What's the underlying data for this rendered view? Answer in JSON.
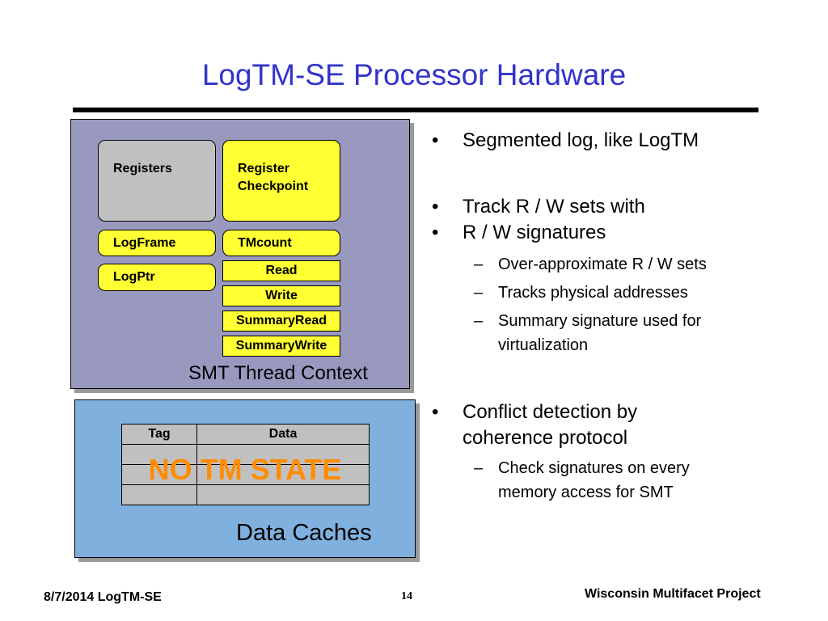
{
  "title": "LogTM-SE Processor Hardware",
  "smt_panel": {
    "label": "SMT Thread Context",
    "registers": "Registers",
    "register_checkpoint": [
      "Register",
      "Checkpoint"
    ],
    "logframe": "LogFrame",
    "tmcount": "TMcount",
    "logptr": "LogPtr",
    "signatures": [
      "Read",
      "Write",
      "SummaryRead",
      "SummaryWrite"
    ]
  },
  "cache_panel": {
    "label": "Data Caches",
    "table_headers": [
      "Tag",
      "Data"
    ],
    "overlay_text": "NO TM STATE"
  },
  "bullets": {
    "b1": "Segmented log, like LogTM",
    "b2_line1": "Track R / W sets with",
    "b2_line2": "R / W signatures",
    "b2_sub": [
      "Over-approximate R / W sets",
      "Tracks physical addresses",
      "Summary signature used for",
      "virtualization"
    ],
    "b3_line1": "Conflict detection by",
    "b3_line2": "coherence protocol",
    "b3_sub_line1": "Check signatures on every",
    "b3_sub_line2": "memory access for SMT"
  },
  "footer": {
    "date_title": "8/7/2014 LogTM-SE",
    "page_number": "14",
    "org": "Wisconsin Multifacet Project"
  },
  "colors": {
    "title": "#3333cc",
    "smt_panel": "#9999c0",
    "cache_panel": "#80b0de",
    "yellow_box": "#ffff33",
    "gray_box": "#c0c0c0",
    "overlay_text": "#ff8c00"
  }
}
